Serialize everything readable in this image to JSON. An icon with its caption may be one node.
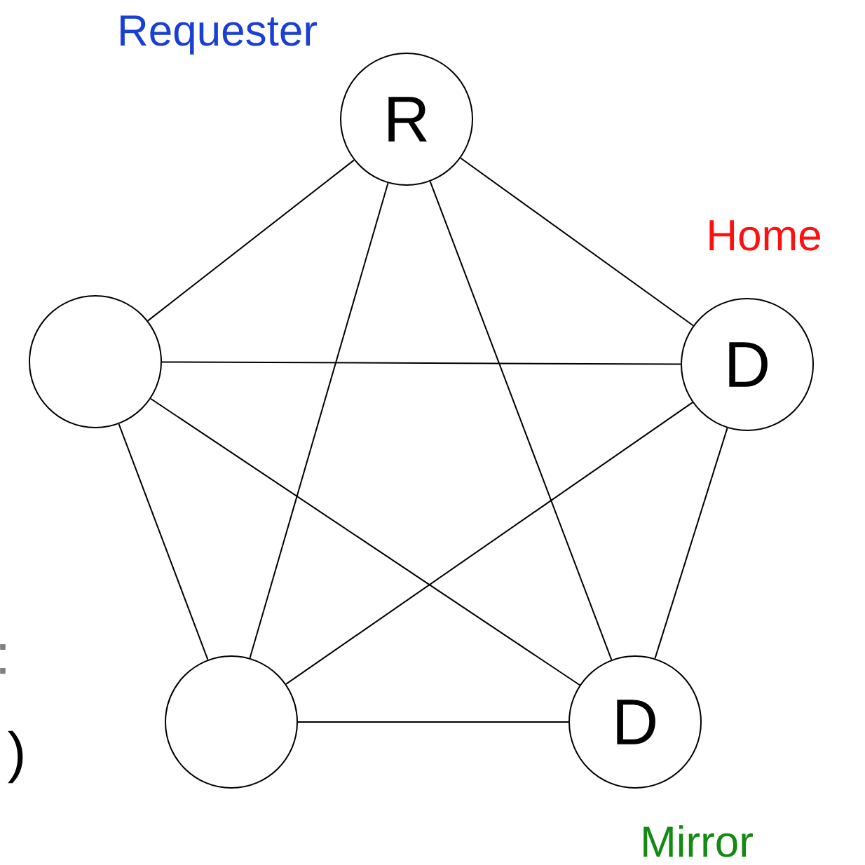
{
  "diagram": {
    "nodes": [
      {
        "text": [
          "R"
        ],
        "beside": [
          "Requester"
        ]
      },
      {
        "text": [],
        "shape": "circle"
      },
      {
        "text": [
          "D"
        ],
        "beside": [
          "Home"
        ]
      },
      {
        "text": [],
        "shape": "circle"
      },
      {
        "text": [
          "D"
        ],
        "beside": [
          "Mirror"
        ]
      }
    ],
    "edges": [
      {
        "from": 0,
        "to": 1,
        "arrow": "none"
      },
      {
        "from": 0,
        "to": 2,
        "arrow": "none"
      },
      {
        "from": 0,
        "to": 3,
        "arrow": "none"
      },
      {
        "from": 0,
        "to": 4,
        "arrow": "none"
      },
      {
        "from": 1,
        "to": 2,
        "arrow": "none"
      },
      {
        "from": 1,
        "to": 3,
        "arrow": "none"
      },
      {
        "from": 1,
        "to": 4,
        "arrow": "none"
      },
      {
        "from": 2,
        "to": 3,
        "arrow": "none"
      },
      {
        "from": 2,
        "to": 4,
        "arrow": "none"
      },
      {
        "from": 3,
        "to": 4,
        "arrow": "none"
      }
    ],
    "labels": [
      ":",
      ")"
    ]
  }
}
